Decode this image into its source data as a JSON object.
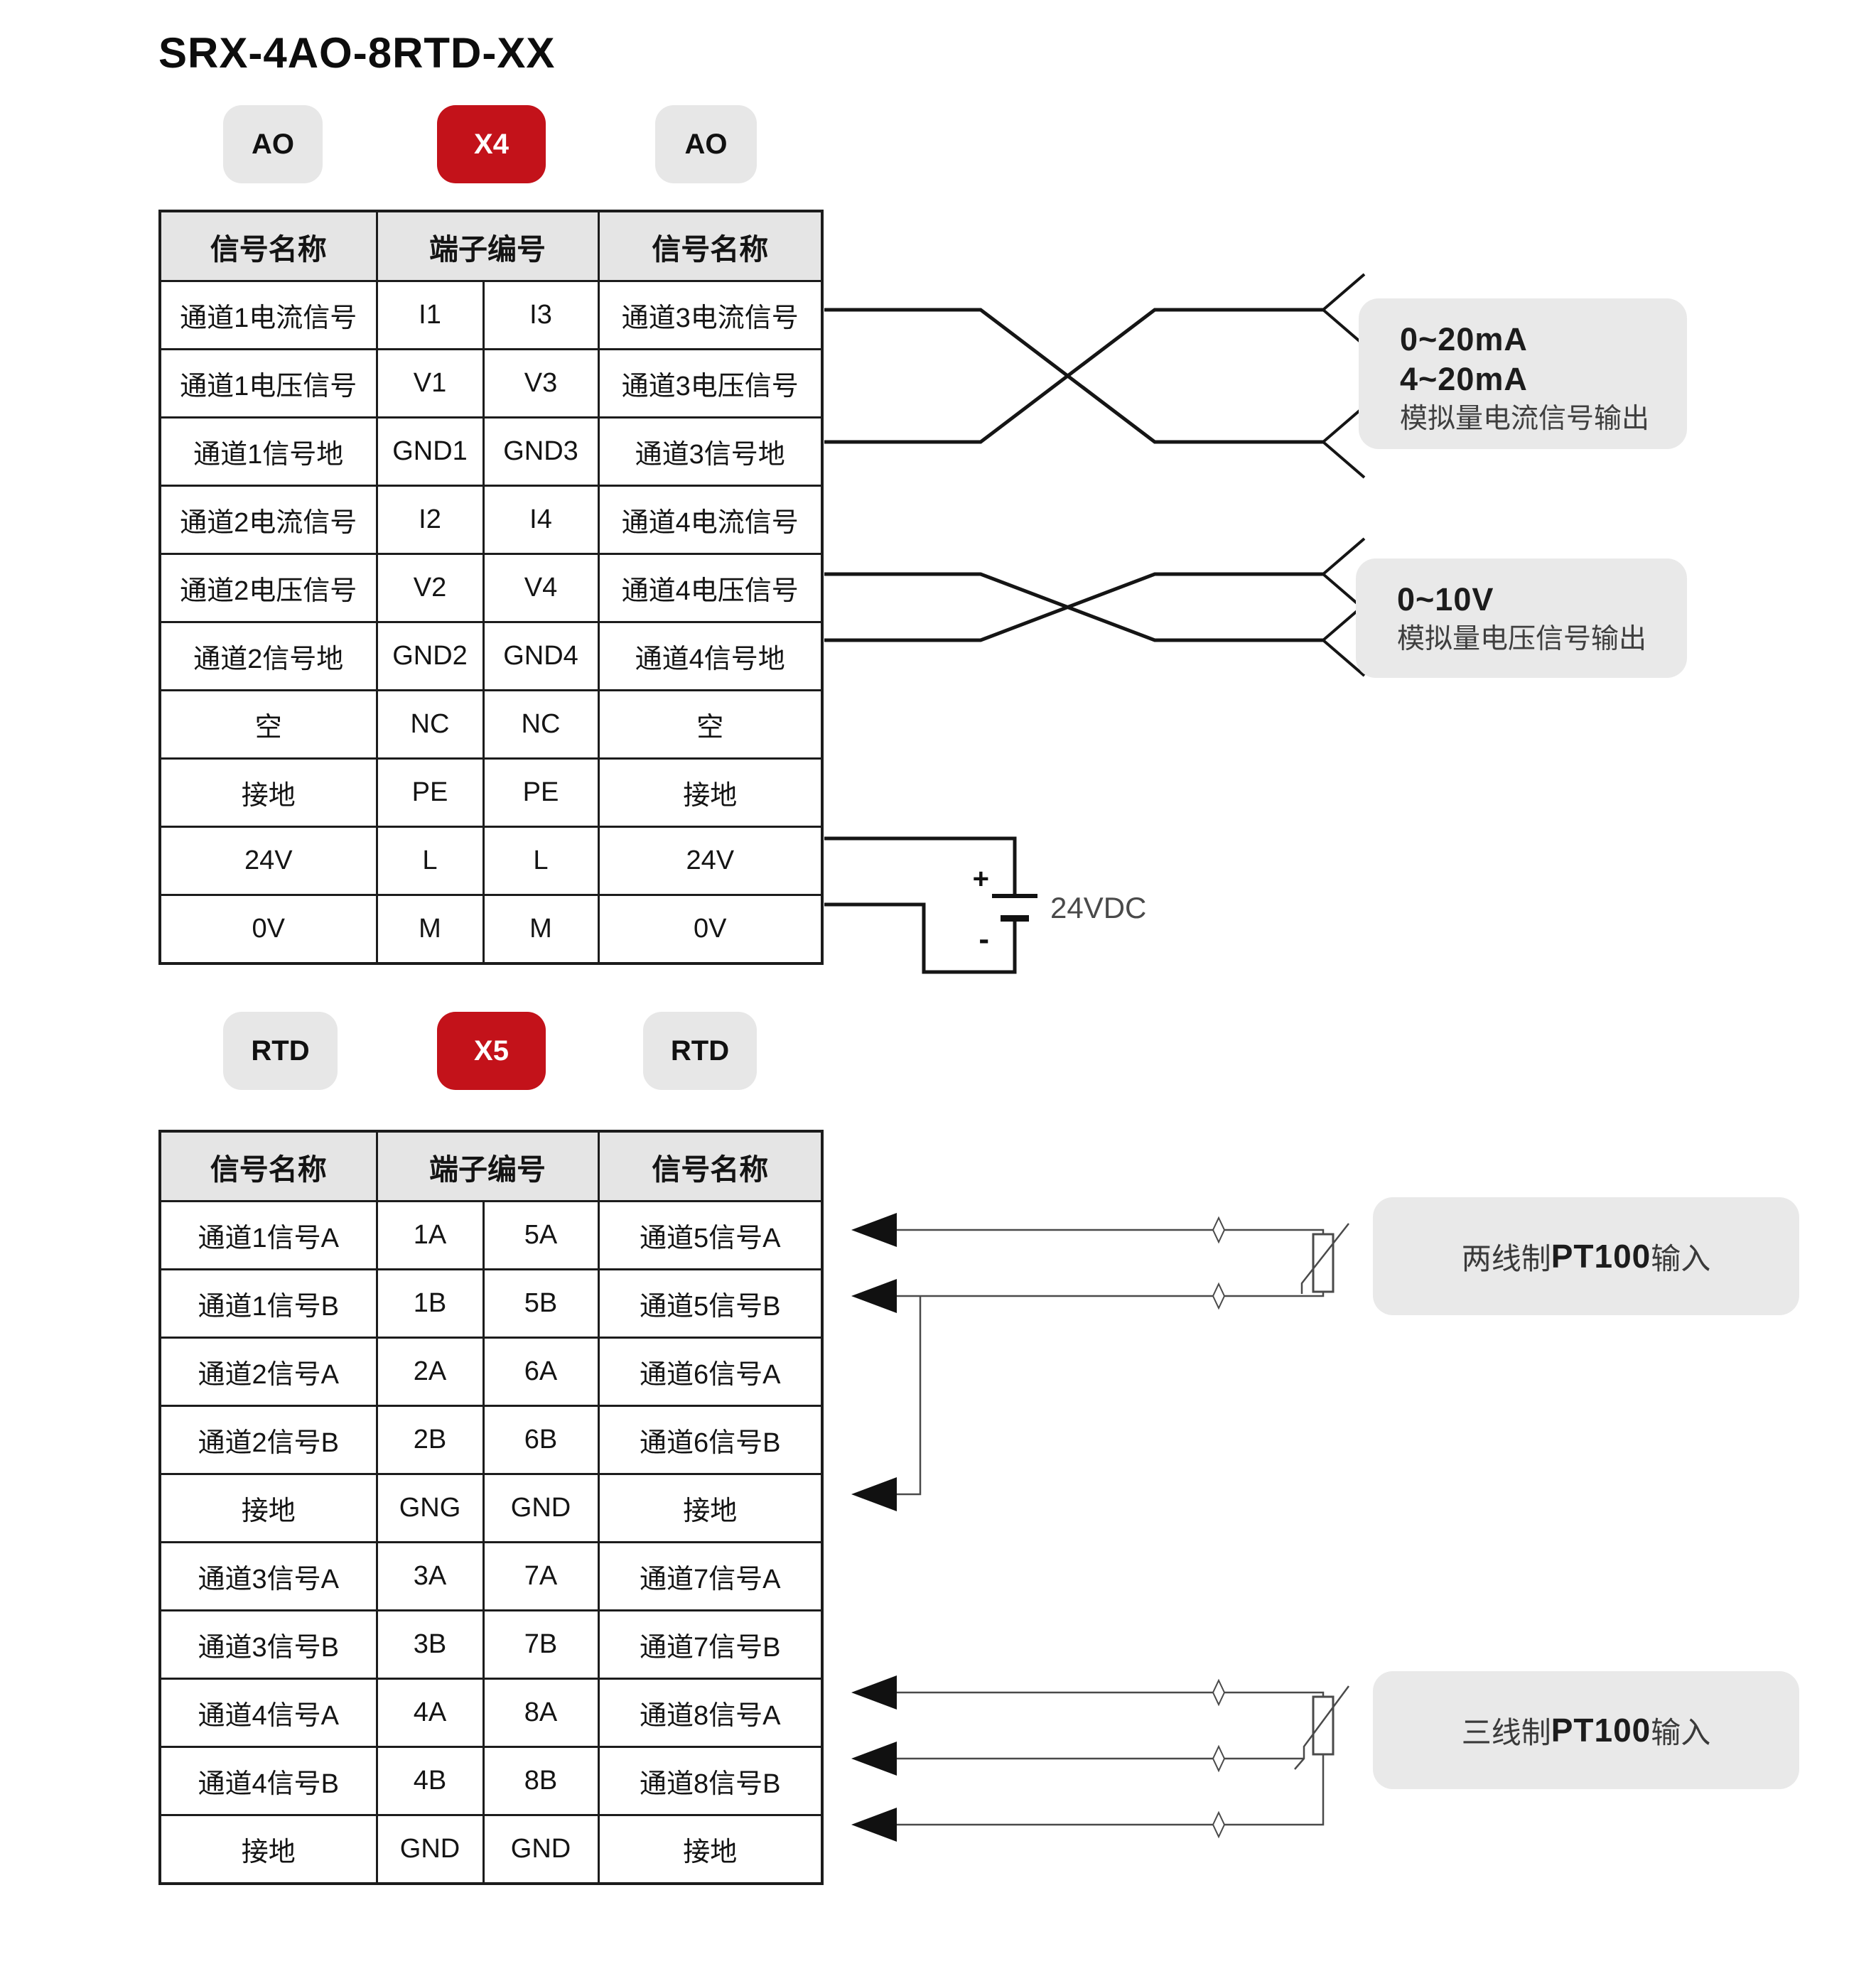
{
  "title": "SRX-4AO-8RTD-XX",
  "ao_section": {
    "left_badge": "AO",
    "center_badge": "X4",
    "right_badge": "AO"
  },
  "rtd_section": {
    "left_badge": "RTD",
    "center_badge": "X5",
    "right_badge": "RTD"
  },
  "table_headers": {
    "signal_name_left": "信号名称",
    "terminal_number": "端子编号",
    "signal_name_right": "信号名称"
  },
  "ao_table": {
    "rows": [
      [
        "通道1电流信号",
        "I1",
        "I3",
        "通道3电流信号"
      ],
      [
        "通道1电压信号",
        "V1",
        "V3",
        "通道3电压信号"
      ],
      [
        "通道1信号地",
        "GND1",
        "GND3",
        "通道3信号地"
      ],
      [
        "通道2电流信号",
        "I2",
        "I4",
        "通道4电流信号"
      ],
      [
        "通道2电压信号",
        "V2",
        "V4",
        "通道4电压信号"
      ],
      [
        "通道2信号地",
        "GND2",
        "GND4",
        "通道4信号地"
      ],
      [
        "空",
        "NC",
        "NC",
        "空"
      ],
      [
        "接地",
        "PE",
        "PE",
        "接地"
      ],
      [
        "24V",
        "L",
        "L",
        "24V"
      ],
      [
        "0V",
        "M",
        "M",
        "0V"
      ]
    ]
  },
  "rtd_table": {
    "rows": [
      [
        "通道1信号A",
        "1A",
        "5A",
        "通道5信号A"
      ],
      [
        "通道1信号B",
        "1B",
        "5B",
        "通道5信号B"
      ],
      [
        "通道2信号A",
        "2A",
        "6A",
        "通道6信号A"
      ],
      [
        "通道2信号B",
        "2B",
        "6B",
        "通道6信号B"
      ],
      [
        "接地",
        "GNG",
        "GND",
        "接地"
      ],
      [
        "通道3信号A",
        "3A",
        "7A",
        "通道7信号A"
      ],
      [
        "通道3信号B",
        "3B",
        "7B",
        "通道7信号B"
      ],
      [
        "通道4信号A",
        "4A",
        "8A",
        "通道8信号A"
      ],
      [
        "通道4信号B",
        "4B",
        "8B",
        "通道8信号B"
      ],
      [
        "接地",
        "GND",
        "GND",
        "接地"
      ]
    ]
  },
  "annotations": {
    "current_output": {
      "line1": "0~20mA",
      "line2": "4~20mA",
      "line3": "模拟量电流信号输出"
    },
    "voltage_output": {
      "line1": "0~10V",
      "line2": "模拟量电压信号输出"
    },
    "power": {
      "plus": "+",
      "minus": "-",
      "label": "24VDC"
    },
    "pt100_two_wire": {
      "prefix": "两线制 ",
      "bold": "PT100",
      "suffix": " 输入"
    },
    "pt100_three_wire": {
      "prefix": "三线制 ",
      "bold": "PT100",
      "suffix": " 输入"
    }
  },
  "colors": {
    "accent_red": "#c3121a",
    "badge_gray": "#e7e7e7",
    "box_gray": "#e9e9e9",
    "header_gray": "#e5e5e5",
    "line_black": "#1c1c1c"
  }
}
